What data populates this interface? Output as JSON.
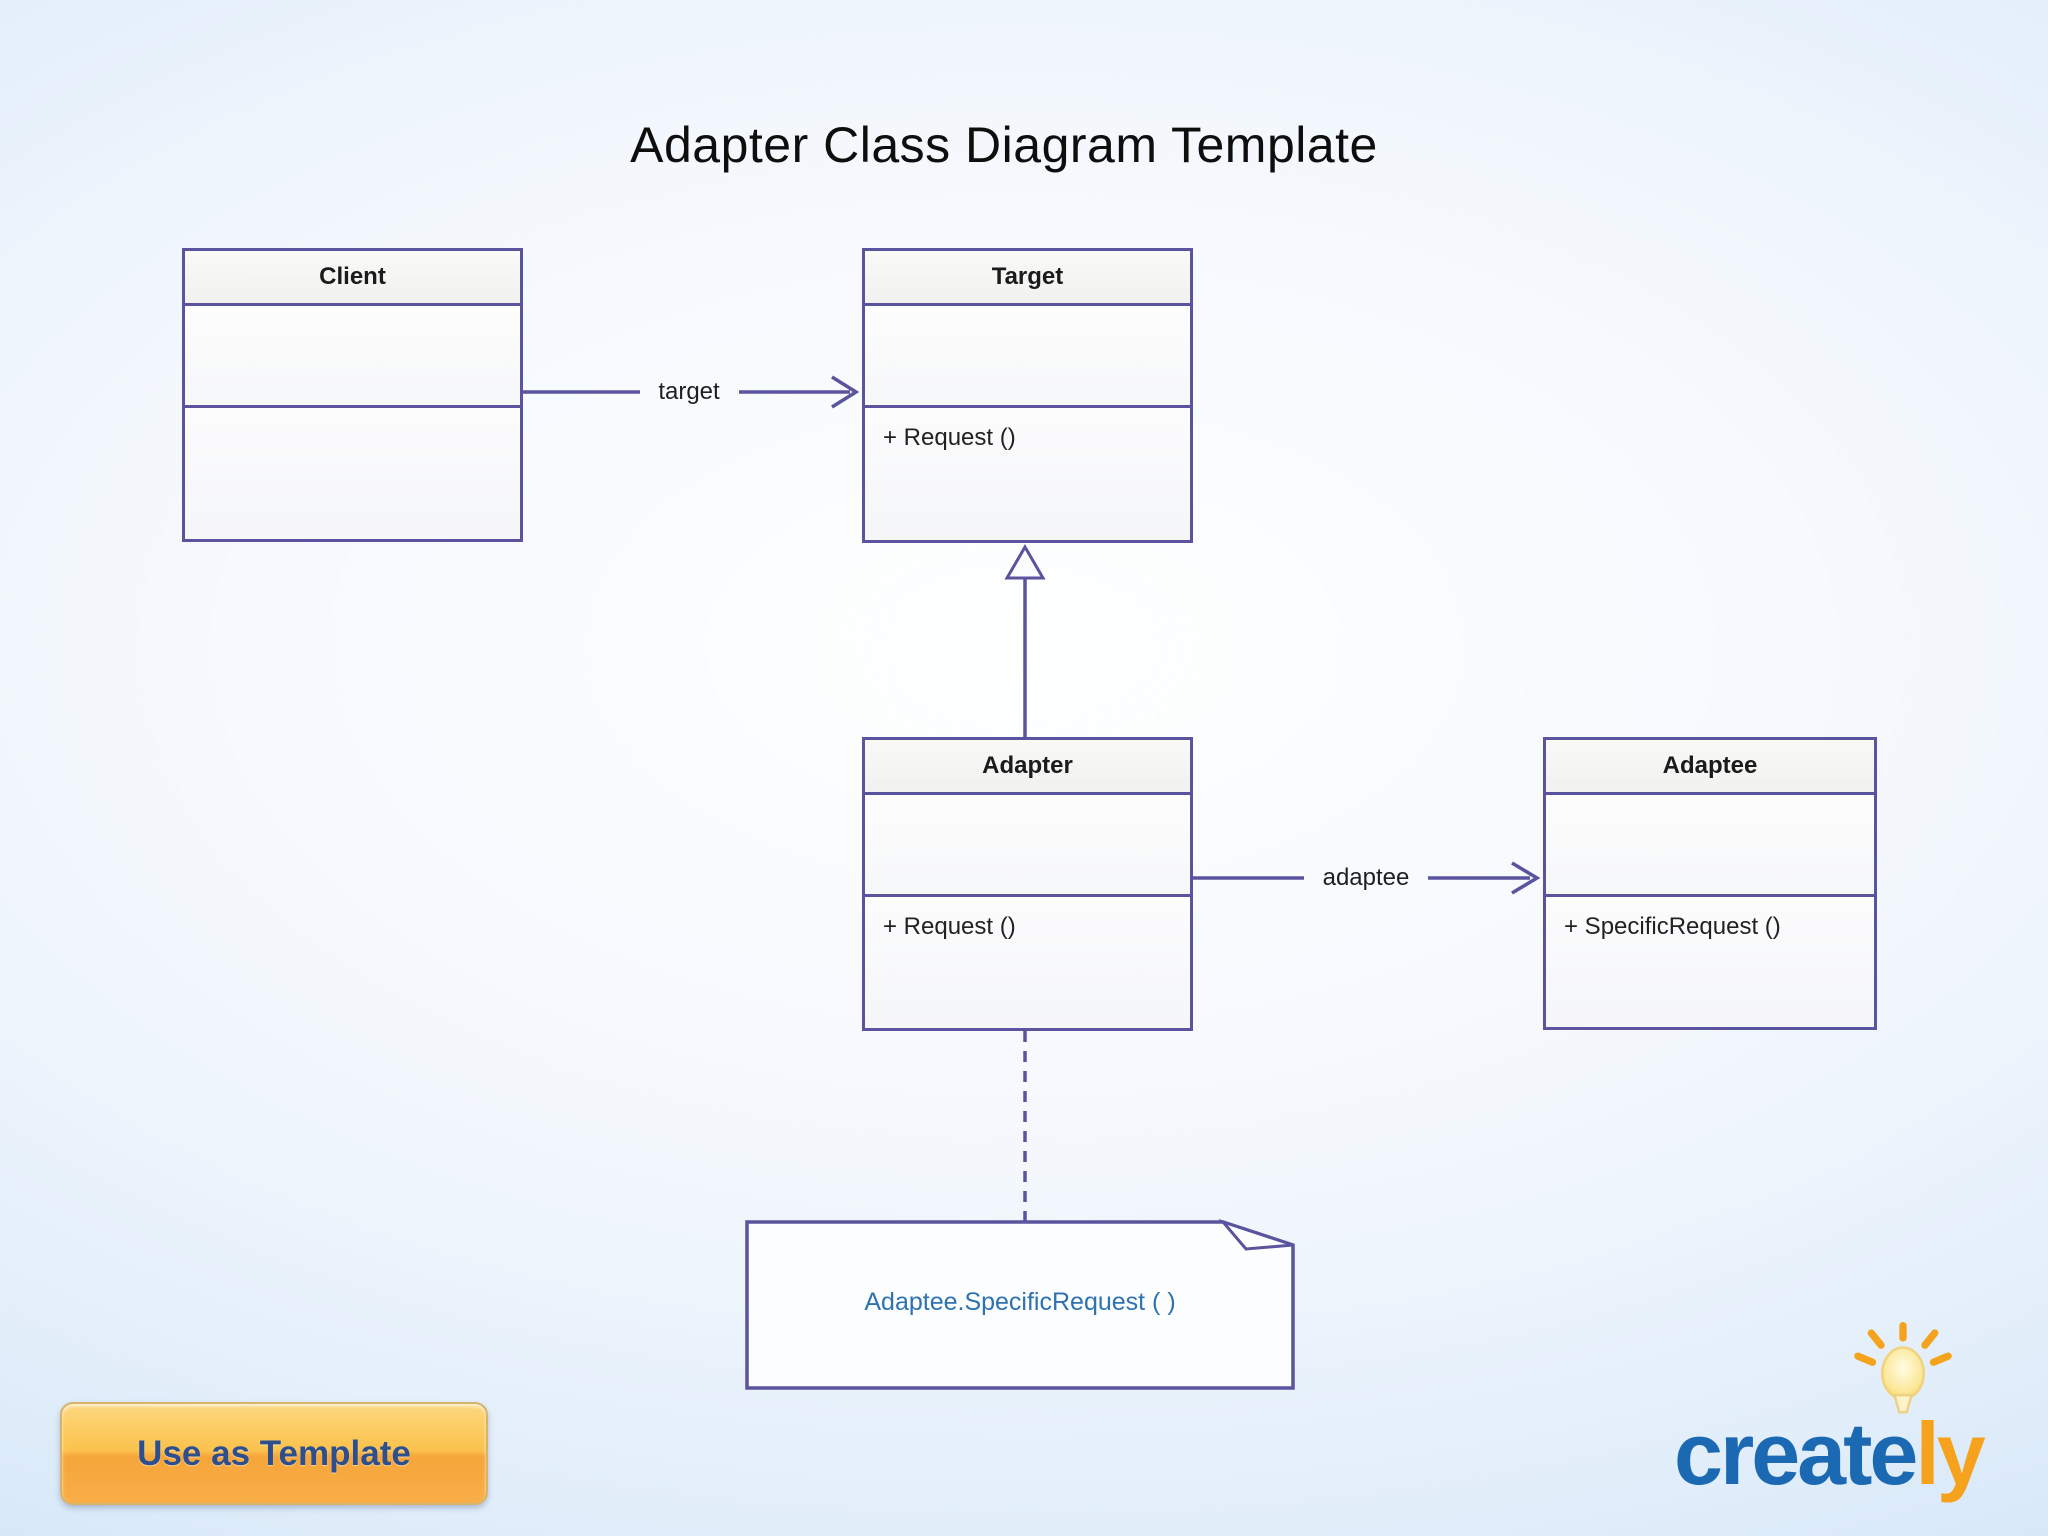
{
  "title": "Adapter Class Diagram Template",
  "diagram": {
    "classes": [
      {
        "name": "Client",
        "attributes": "",
        "operations": ""
      },
      {
        "name": "Target",
        "attributes": "",
        "operations": "+ Request ()"
      },
      {
        "name": "Adapter",
        "attributes": "",
        "operations": "+ Request ()"
      },
      {
        "name": "Adaptee",
        "attributes": "",
        "operations": "+ SpecificRequest ()"
      }
    ],
    "relationships": [
      {
        "type": "association",
        "from": "Client",
        "to": "Target",
        "label": "target"
      },
      {
        "type": "association",
        "from": "Adapter",
        "to": "Adaptee",
        "label": "adaptee"
      },
      {
        "type": "generalization",
        "from": "Adapter",
        "to": "Target",
        "label": ""
      },
      {
        "type": "note-anchor",
        "from": "Adapter",
        "to": "Note",
        "label": ""
      }
    ],
    "note": {
      "text": "Adaptee.SpecificRequest ( )"
    }
  },
  "footer": {
    "button_label": "Use as Template"
  },
  "logo": {
    "text_primary": "create",
    "text_secondary": "ly",
    "icon": "lightbulb-icon"
  },
  "colors": {
    "shape_border": "#5a549e",
    "note_text": "#2e72b0",
    "title_text": "#0e0e0e",
    "button_gradient_top": "#fcd87f",
    "button_gradient_bottom": "#f8ae47",
    "button_text": "#2d4f8e",
    "logo_blue": "#1c69b3",
    "logo_orange": "#f6a21d",
    "background_edge": "#cde2f6",
    "background_center": "#feffff"
  }
}
